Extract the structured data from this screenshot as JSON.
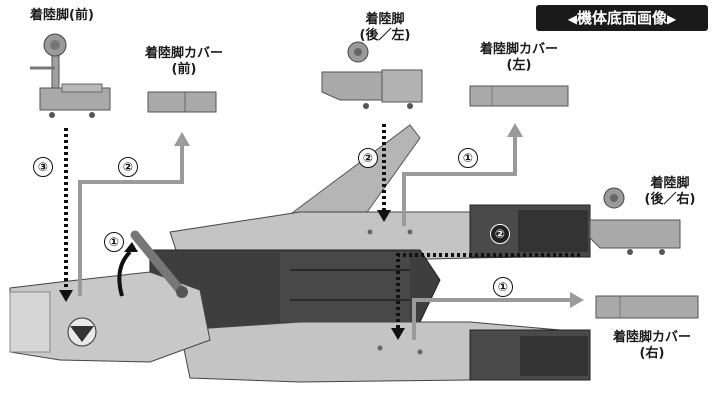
{
  "title_badge": "機体底面画像",
  "labels": {
    "front_gear": "着陸脚(前)",
    "front_cover_line1": "着陸脚カバー",
    "front_cover_line2": "(前)",
    "rear_left_gear_line1": "着陸脚",
    "rear_left_gear_line2": "(後／左)",
    "rear_left_cover_line1": "着陸脚カバー",
    "rear_left_cover_line2": "(左)",
    "rear_right_gear_line1": "着陸脚",
    "rear_right_gear_line2": "(後／右)",
    "rear_right_cover_line1": "着陸脚カバー",
    "rear_right_cover_line2": "(右)"
  },
  "steps": {
    "s3_front": "③",
    "s2_front": "②",
    "s1_front": "①",
    "s2_rear_left": "②",
    "s1_rear_left": "①",
    "s2_rear_right": "②",
    "s1_rear_right": "①"
  },
  "colors": {
    "part_gray": "#a9a9a9",
    "dark_hull": "#3b3b3b",
    "light_hull": "#bdbdbd",
    "arrow_gray": "#9a9a9a",
    "dotted": "#111111"
  }
}
